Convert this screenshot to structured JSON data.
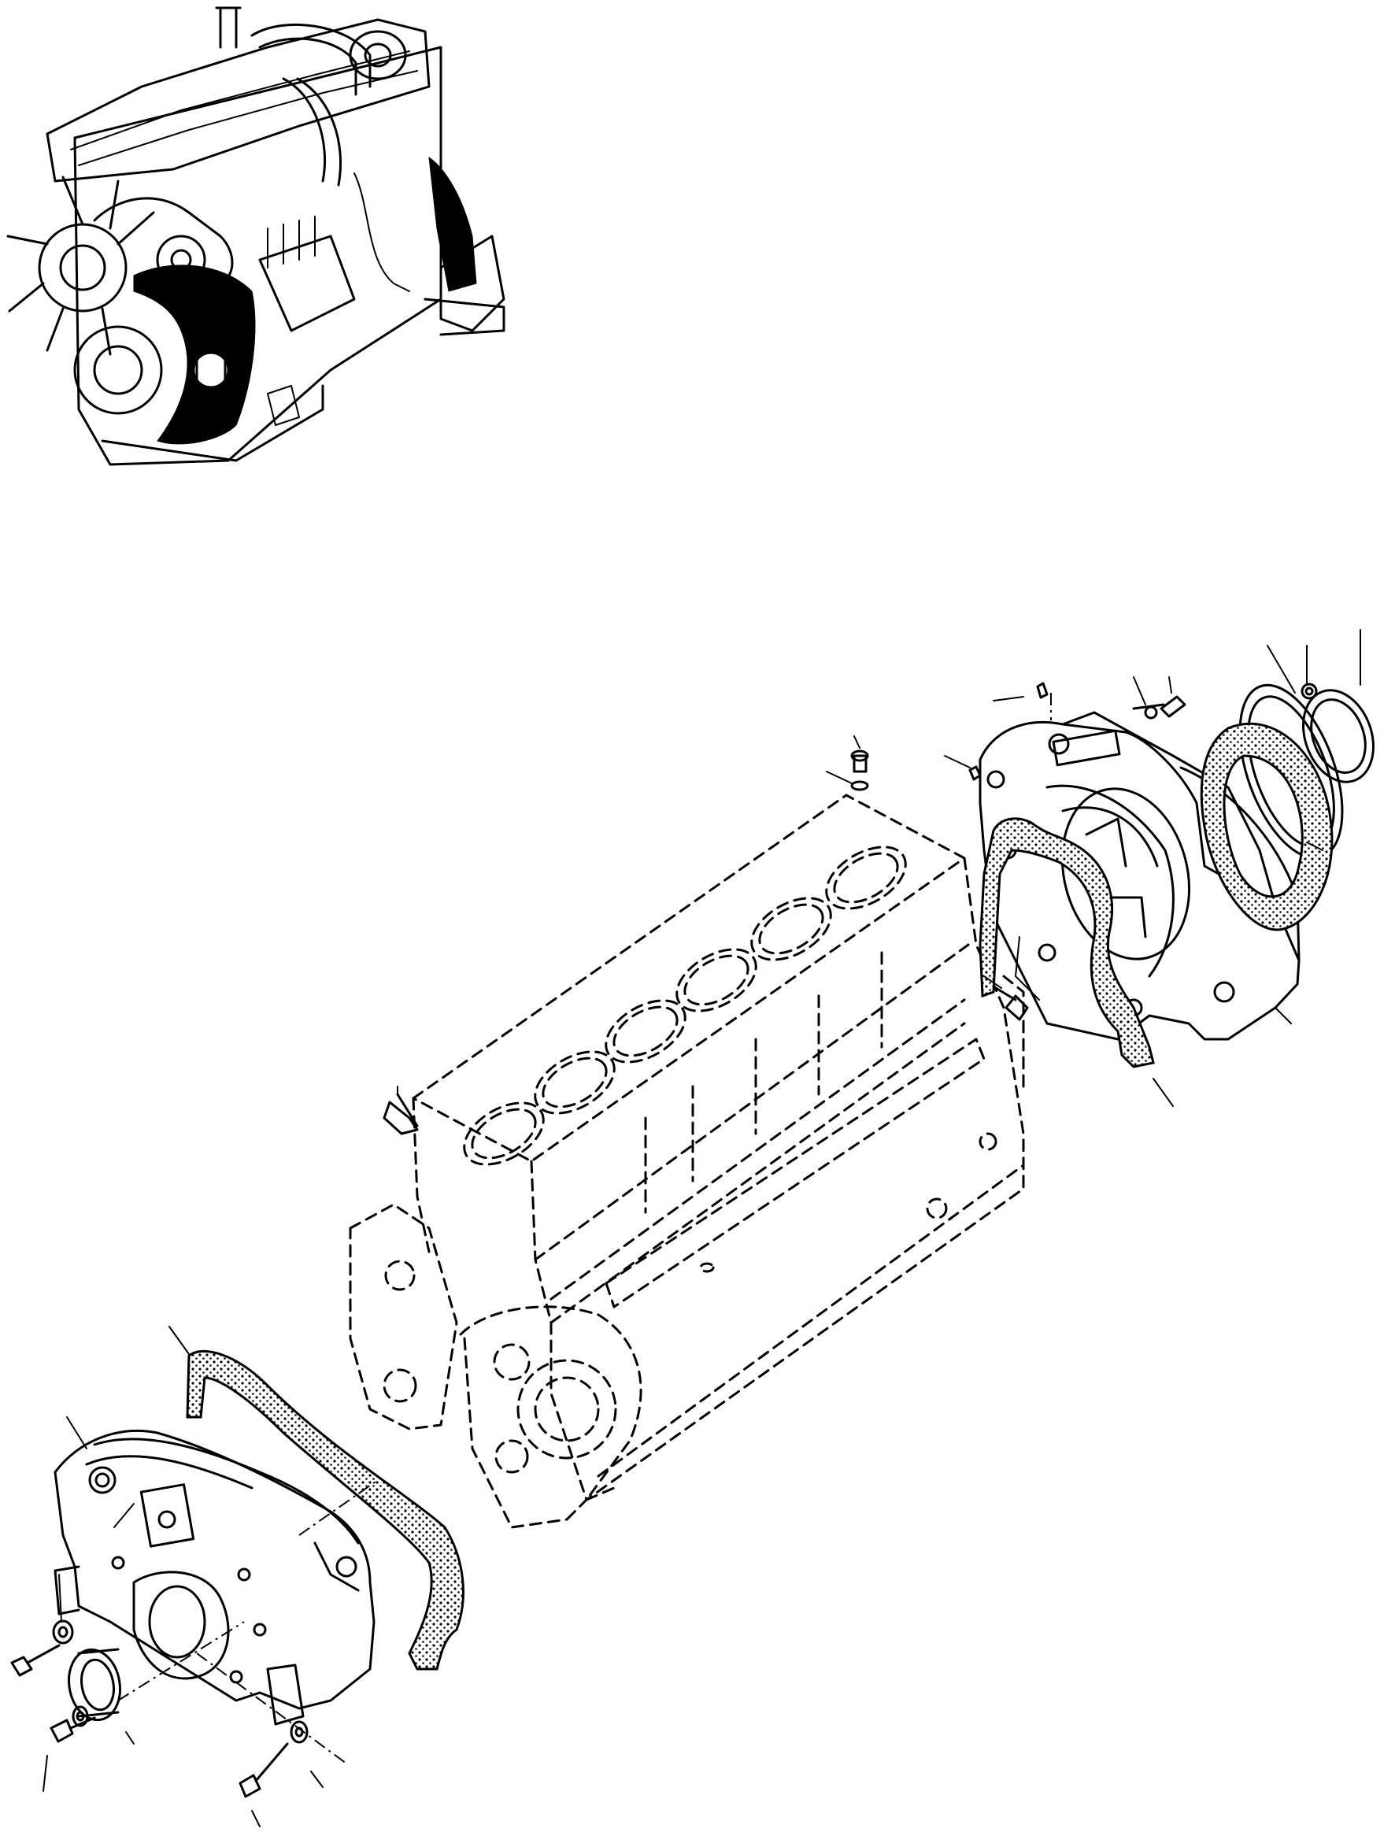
{
  "figure": {
    "title": "",
    "callout_labels": [],
    "colors": {
      "ink": "#000000",
      "paper": "#ffffff"
    }
  },
  "views": {
    "overview": {
      "icon": "engine-overview-icon"
    },
    "exploded": {
      "icon": "exploded-view-icon"
    }
  },
  "parts": [
    "cylinder-block",
    "flywheel-housing",
    "flywheel-housing-gasket",
    "rear-oil-seal",
    "seal-retainer-ring",
    "front-cover",
    "front-cover-gasket",
    "front-oil-seal",
    "bolt",
    "washer",
    "dowel-pin",
    "plug"
  ]
}
